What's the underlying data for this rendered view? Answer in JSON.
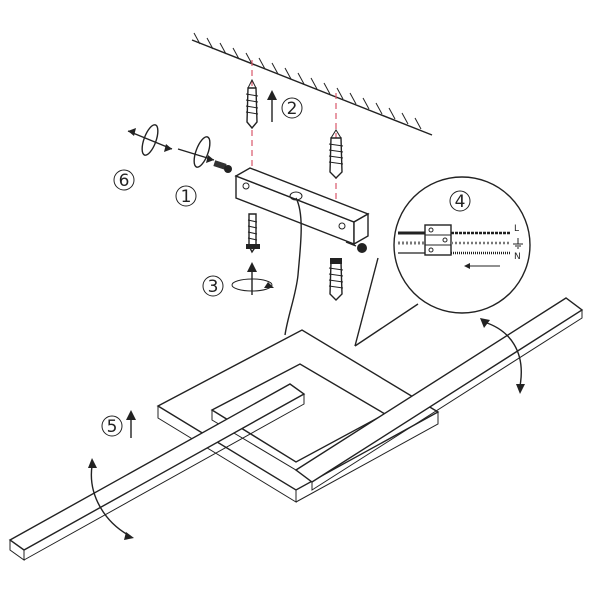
{
  "steps": {
    "step1": "1",
    "step2": "2",
    "step3": "3",
    "step4": "4",
    "step5": "5",
    "step6": "6"
  },
  "wiring": {
    "live": "L",
    "neutral": "N"
  },
  "colors": {
    "line": "#222222",
    "guide_dash": "#d9586a"
  },
  "icons": [
    "ceiling-hatch",
    "wall-plug",
    "screw",
    "washer",
    "mounting-bracket",
    "terminal-block",
    "rotation-arrow",
    "up-arrow",
    "earth-symbol",
    "led-light-fixture"
  ]
}
